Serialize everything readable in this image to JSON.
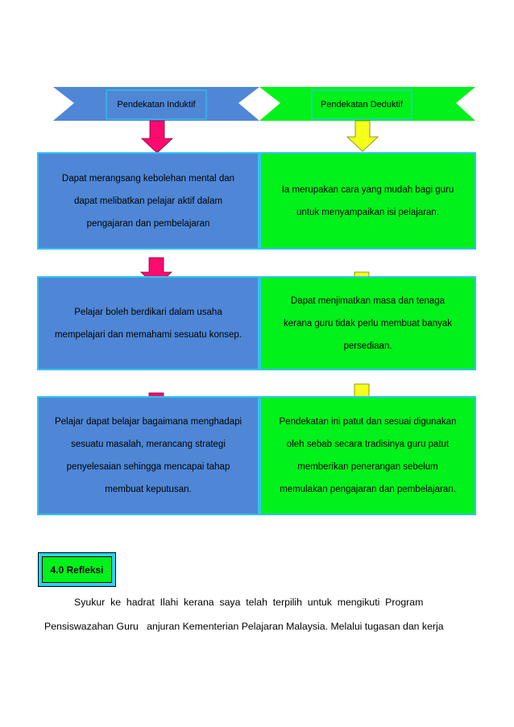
{
  "headers": {
    "left": "Pendekatan Induktif",
    "right": "Pendekatan Deduktif"
  },
  "rows": [
    {
      "left": [
        "Dapat merangsang kebolehan mental dan",
        "dapat melibatkan pelajar aktif dalam",
        "pengajaran dan pembelajaran"
      ],
      "right": [
        "Ia merupakan cara yang mudah bagi guru",
        "untuk menyampaikan isi pelajaran."
      ]
    },
    {
      "left": [
        "Pelajar boleh berdikari dalam usaha",
        "mempelajari dan memahami sesuatu konsep."
      ],
      "right": [
        "Dapat menjimatkan masa dan tenaga",
        "kerana guru tidak perlu membuat banyak",
        "persediaan."
      ]
    },
    {
      "left": [
        "Pelajar dapat belajar bagaimana menghadapi",
        "sesuatu masalah, merancang strategi",
        "penyelesaian sehingga mencapai tahap",
        "membuat keputusan."
      ],
      "right": [
        "Pendekatan ini patut dan sesuai digunakan",
        "oleh sebab secara tradisinya guru patut",
        "memberikan penerangan sebelum",
        "memulakan pengajaran dan pembelajaran."
      ]
    }
  ],
  "section": {
    "title": "4.0  Refleksi",
    "line1": "Syukur  ke  hadrat  Ilahi  kerana  saya  telah  terpilih  untuk  mengikuti  Program",
    "line2": "Pensiswazahan Guru   anjuran Kementerian Pelajaran Malaysia. Melalui tugasan dan kerja"
  },
  "colors": {
    "blue": "#4f87d6",
    "green": "#00f21a",
    "border": "#2fc4f0",
    "arrow_pink": "#ff0a6e",
    "arrow_yellow": "#f4ff1a"
  }
}
